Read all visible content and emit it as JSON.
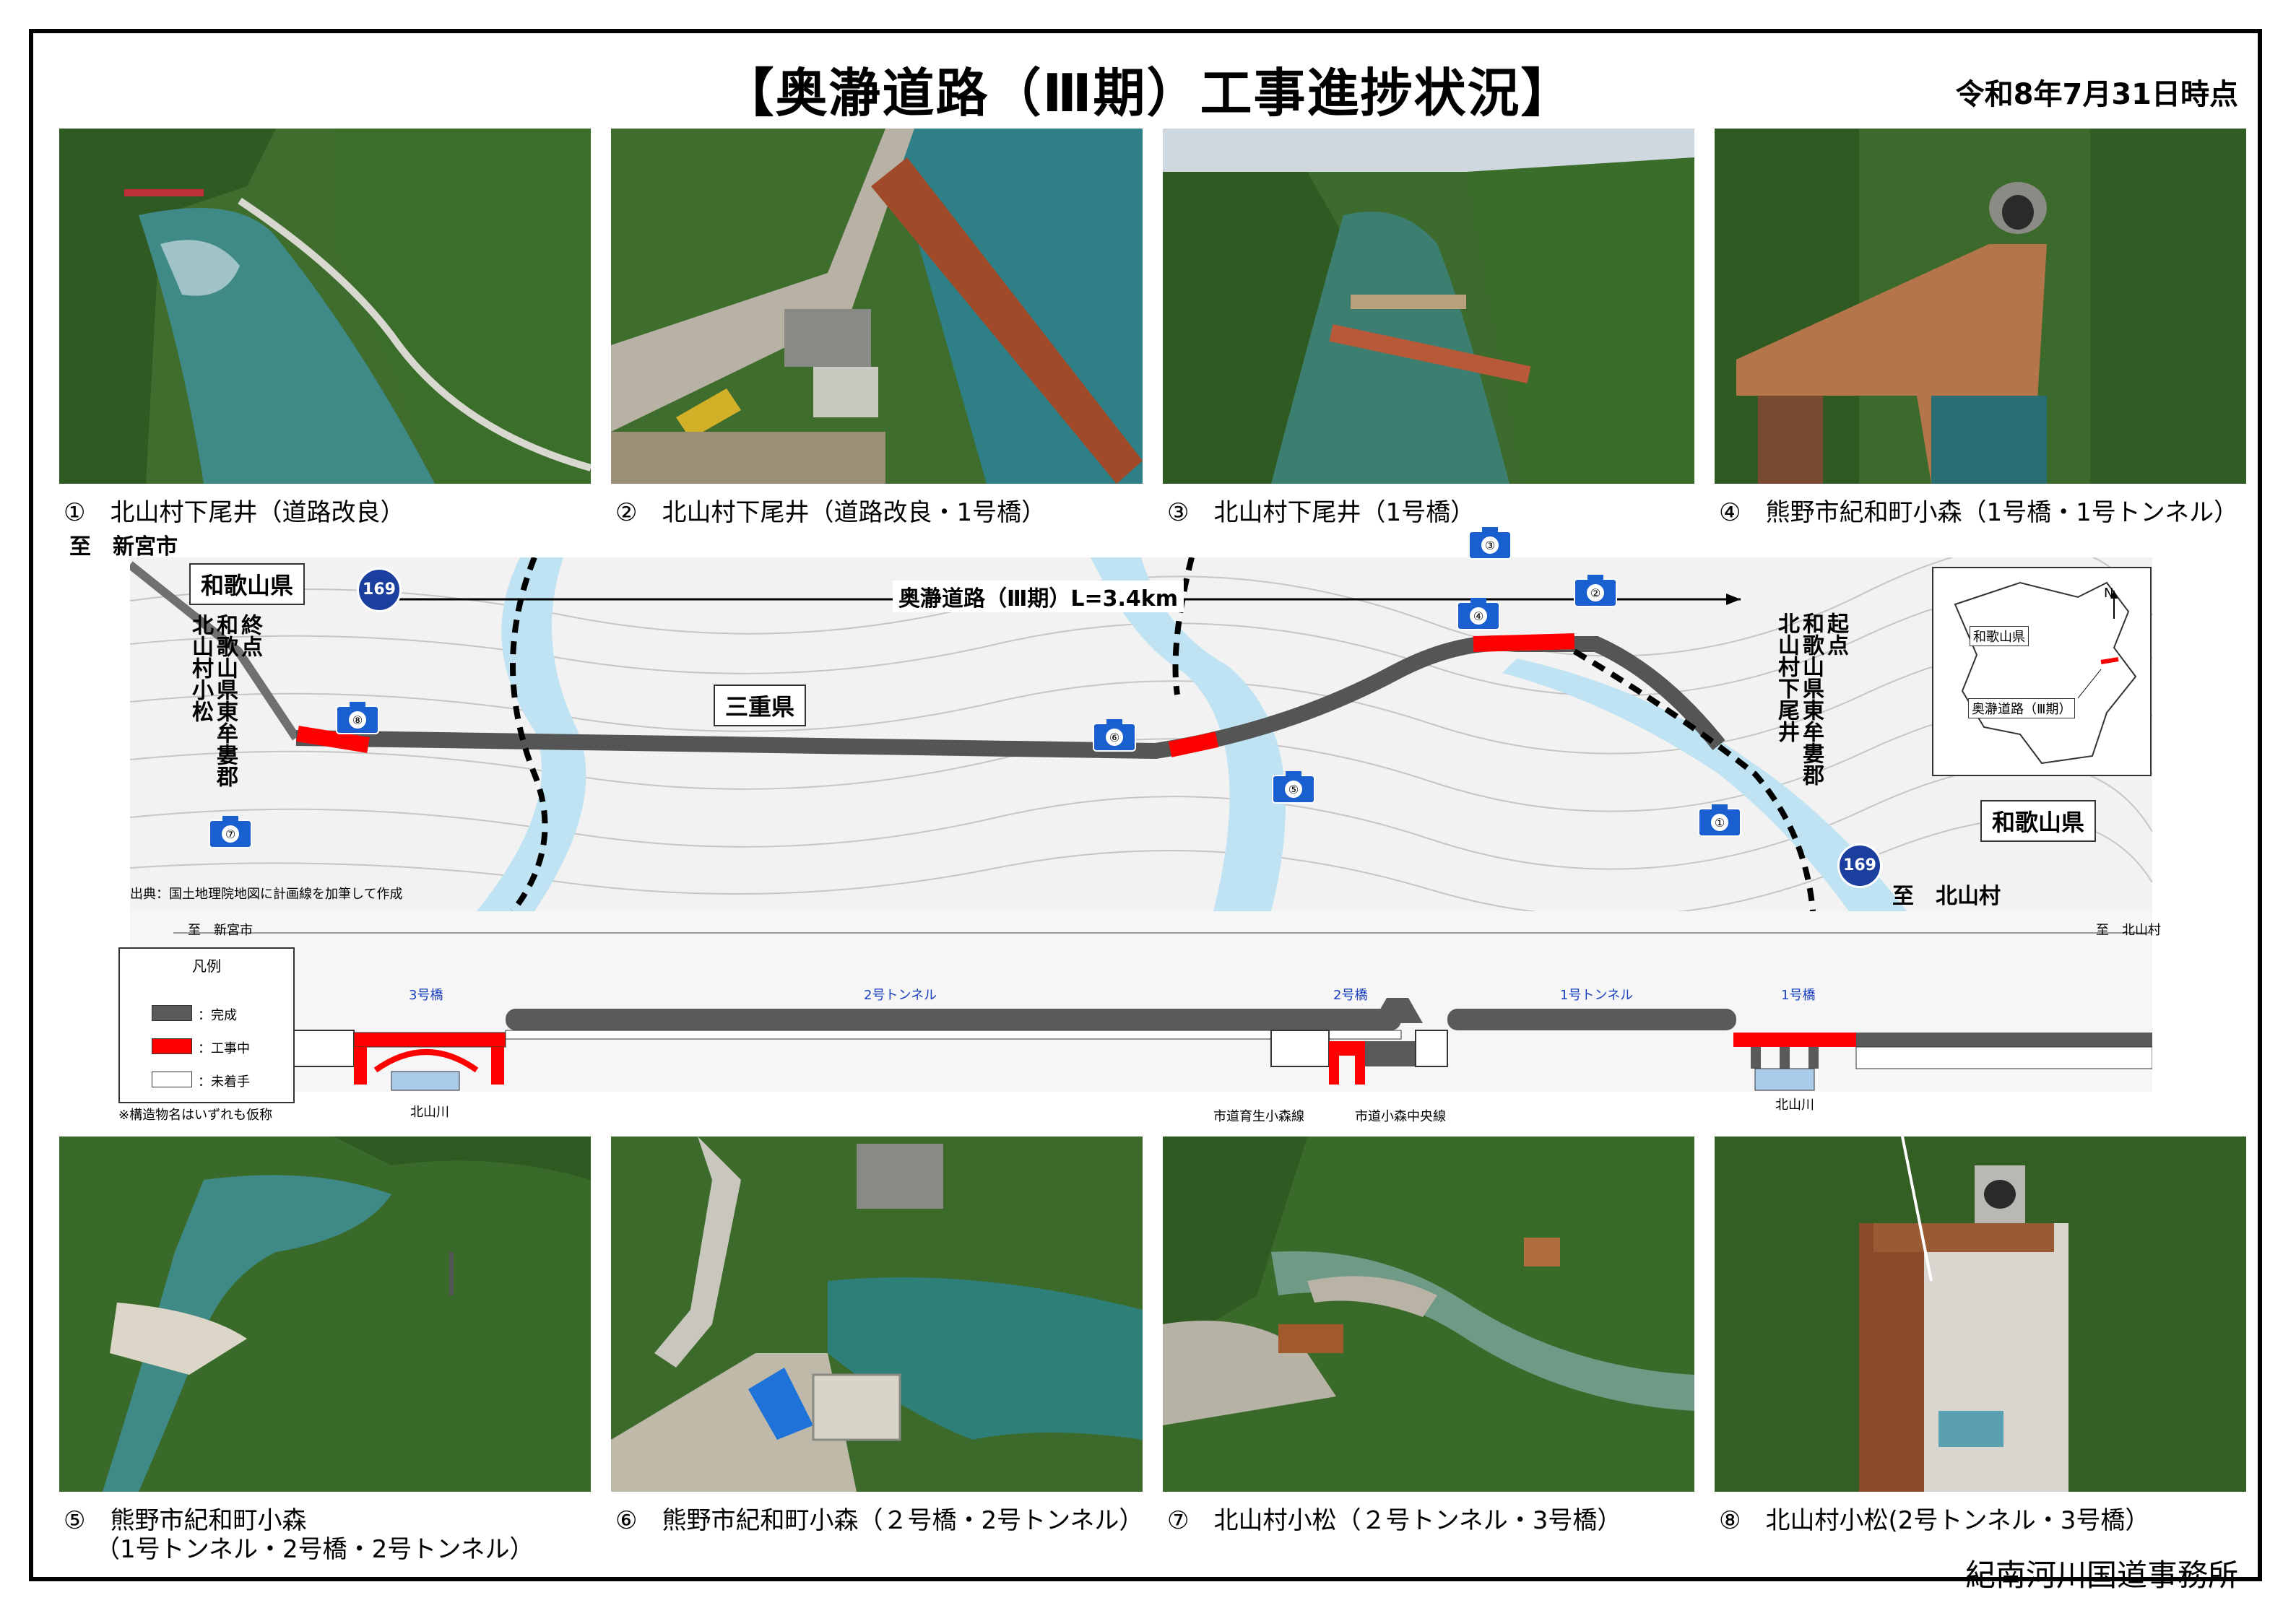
{
  "title": "【奥瀞道路（Ⅲ期）工事進捗状況】",
  "as_of": "令和8年7月31日時点",
  "office": "紀南河川国道事務所",
  "photos_top": [
    {
      "caption": "①　北山村下尾井（道路改良）"
    },
    {
      "caption": "②　北山村下尾井（道路改良・1号橋）"
    },
    {
      "caption": "③　北山村下尾井（1号橋）"
    },
    {
      "caption": "④　熊野市紀和町小森（1号橋・1号トンネル）"
    }
  ],
  "photos_bottom": [
    {
      "caption": "⑤　熊野市紀和町小森",
      "caption2": "（1号トンネル・2号橋・2号トンネル）"
    },
    {
      "caption": "⑥　熊野市紀和町小森（２号橋・2号トンネル）"
    },
    {
      "caption": "⑦　北山村小松（２号トンネル・3号橋）"
    },
    {
      "caption": "⑧　北山村小松(2号トンネル・3号橋）"
    }
  ],
  "map": {
    "to_shingu": "至　新宮市",
    "to_kitayama": "至　北山村",
    "pref_wakayama_left": "和歌山県",
    "pref_wakayama_right": "和歌山県",
    "pref_mie": "三重県",
    "route_169": "169",
    "road_length": "奥瀞道路（Ⅲ期）L=3.4km",
    "end_label": "終点",
    "end_place": "和歌山県東牟婁郡",
    "end_place2": "北山村小松",
    "start_label": "起点",
    "start_place": "和歌山県東牟婁郡",
    "start_place2": "北山村下尾井",
    "source": "出典：国土地理院地図に計画線を加筆して作成",
    "cameras": [
      "①",
      "②",
      "③",
      "④",
      "⑤",
      "⑥",
      "⑦",
      "⑧"
    ]
  },
  "inset": {
    "wakayama": "和歌山県",
    "road": "奥瀞道路（Ⅲ期）",
    "north": "N"
  },
  "profile": {
    "to_shingu": "至　新宮市",
    "to_kitayama": "至　北山村",
    "bridge3": "3号橋",
    "tunnel2": "2号トンネル",
    "bridge2": "2号橋",
    "tunnel1": "1号トンネル",
    "bridge1": "1号橋",
    "river_left": "北山川",
    "river_right": "北山川",
    "road_a": "市道育生小森線",
    "road_b": "市道小森中央線"
  },
  "legend": {
    "title": "凡例",
    "done": "：完成",
    "wip": "：工事中",
    "notyet": "：未着手",
    "note": "※構造物名はいずれも仮称"
  },
  "colors": {
    "done": "#5a5a5a",
    "wip": "#ff0000",
    "notyet": "#ffffff",
    "marker": "#1a5fd0"
  }
}
